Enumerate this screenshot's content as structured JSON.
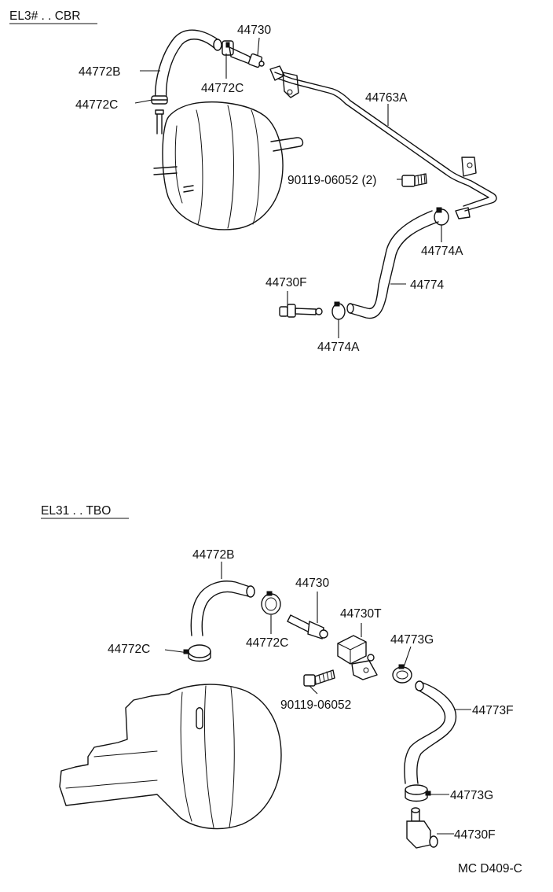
{
  "sections": [
    {
      "header": "EL3# . . CBR"
    },
    {
      "header": "EL31 . . TBO"
    }
  ],
  "labels_top": {
    "p44730": "44730",
    "p44772B": "44772B",
    "p44772C_upper": "44772C",
    "p44772C_left": "44772C",
    "p44763A": "44763A",
    "p90119": "90119-06052 (2)",
    "p44774A_upper": "44774A",
    "p44774": "44774",
    "p44730F": "44730F",
    "p44774A_lower": "44774A"
  },
  "labels_bottom": {
    "p44772B": "44772B",
    "p44730": "44730",
    "p44730T": "44730T",
    "p44772C_left": "44772C",
    "p44772C_mid": "44772C",
    "p44773G_upper": "44773G",
    "p90119": "90119-06052",
    "p44773F": "44773F",
    "p44773G_lower": "44773G",
    "p44730F": "44730F"
  },
  "footer_code": "MC D409-C",
  "colors": {
    "ink": "#111111",
    "paper": "#ffffff"
  }
}
